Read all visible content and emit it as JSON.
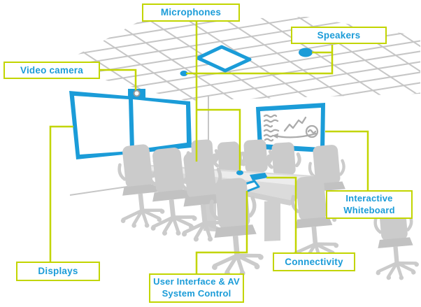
{
  "diagram": {
    "type": "conference-room-av-system-diagram",
    "labels": {
      "microphones": "Microphones",
      "speakers": "Speakers",
      "video_camera": "Video camera",
      "displays": "Displays",
      "interactive_whiteboard": "Interactive Whiteboard",
      "connectivity": "Connectivity",
      "ui_av_control": "User Interface & AV System Control"
    },
    "equipment": [
      "ceiling-grid",
      "ceiling-microphone-tile",
      "table-microphones",
      "ceiling-speakers",
      "video-camera",
      "dual-wall-displays",
      "interactive-whiteboard",
      "table-connectivity-port",
      "touch-control-tablet",
      "conference-table",
      "office-chairs"
    ]
  },
  "colors": {
    "accent_green": "#C2D500",
    "accent_blue": "#1B9CD8",
    "grid_gray": "#C6C6C6",
    "furniture_gray": "#CBCBCB",
    "table_gray": "#DBDBDB",
    "doodle_gray": "#ABABAB",
    "bg": "#FFFFFF"
  }
}
